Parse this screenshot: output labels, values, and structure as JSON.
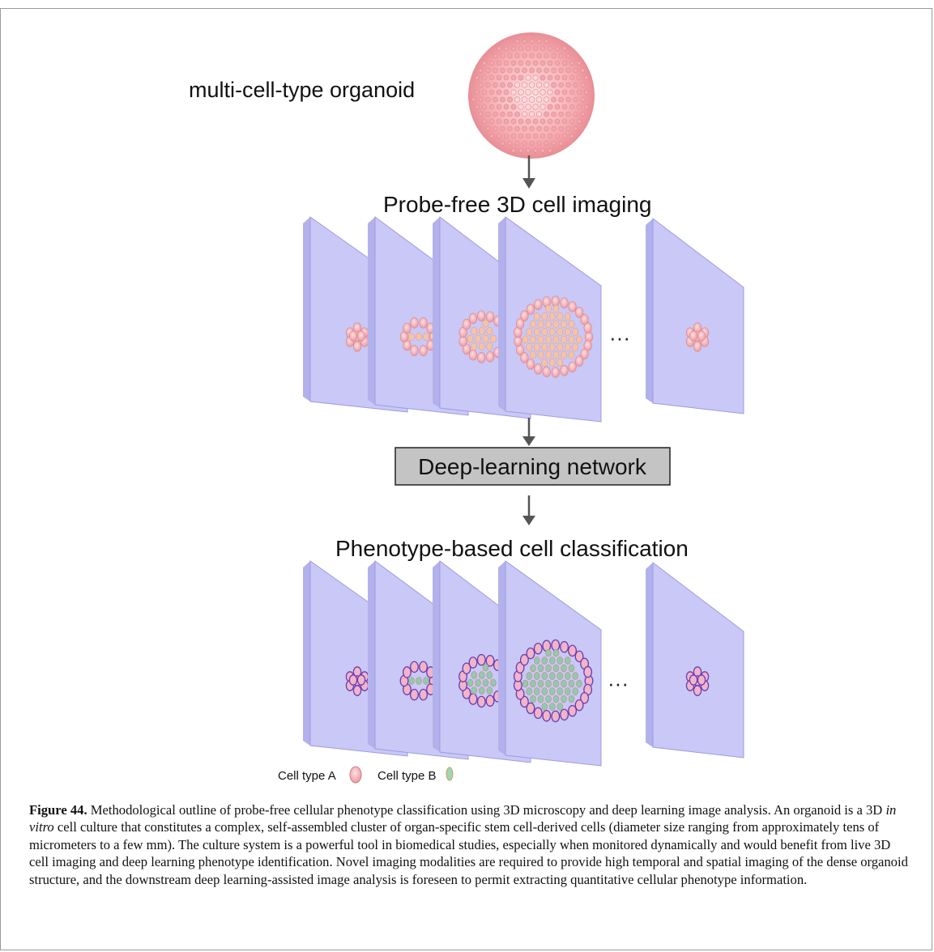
{
  "diagram": {
    "organoid_label": "multi-cell-type organoid",
    "stage1_title": "Probe-free 3D cell imaging",
    "network_label": "Deep-learning network",
    "stage2_title": "Phenotype-based cell classification",
    "ellipsis": "···",
    "legend": {
      "type_a": "Cell type A",
      "type_b": "Cell type B"
    },
    "colors": {
      "panel_face": "#c9c8f6",
      "panel_edge": "#9e9ce0",
      "panel_side": "#b3b1ec",
      "cell_pink": "#f2a9ae",
      "cell_pink_light": "#f8cdd0",
      "cell_outline_purple": "#6a3fb5",
      "cell_green": "#7fc39b",
      "box_fill": "#c4c4c4",
      "arrow": "#555555"
    }
  },
  "caption": {
    "label": "Figure 44.",
    "part1": " Methodological outline of probe-free cellular phenotype classification using 3D microscopy and deep learning image analysis. An organoid is a 3D ",
    "italic": "in vitro",
    "part2": " cell culture that constitutes a complex, self-assembled cluster of organ-specific stem cell-derived cells (diameter size ranging from approximately tens of micrometers to a few mm). The culture system is a powerful tool in biomedical studies, especially when monitored dynamically and would benefit from live 3D cell imaging and deep learning phenotype identification. Novel imaging modalities are required to provide high temporal and spatial imaging of the dense organoid structure, and the downstream deep learning-assisted image analysis is foreseen to permit extracting quantitative cellular phenotype information."
  }
}
